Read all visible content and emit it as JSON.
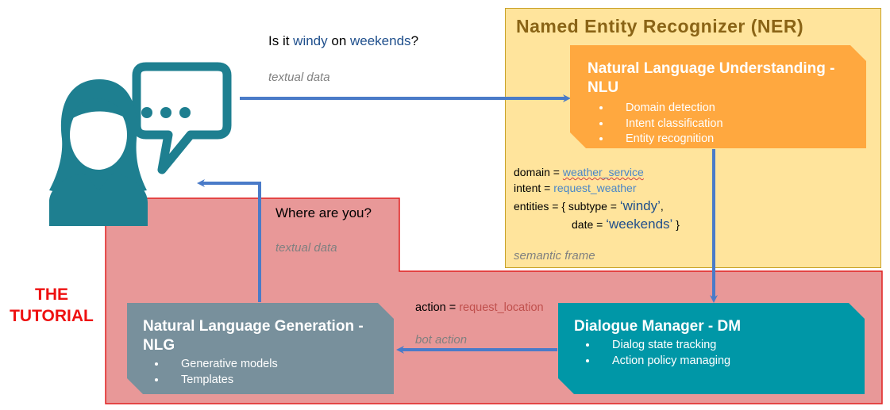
{
  "user_question": {
    "prefix": "Is it ",
    "word1": "windy",
    "middle": " on ",
    "word2": "weekends",
    "suffix": "?"
  },
  "system_question": "Where are you?",
  "textual_data_label": "textual data",
  "ner": {
    "title": "Named Entity Recognizer (NER)"
  },
  "nlu": {
    "title": "Natural Language Understanding - NLU",
    "bullets": [
      "Domain detection",
      "Intent classification",
      "Entity recognition"
    ]
  },
  "semantic_frame": {
    "domain_key": "domain = ",
    "domain_value": "weather_service",
    "intent_key": "intent = ",
    "intent_value": "request_weather",
    "entities_prefix": "entities = { subtype = ",
    "subtype_value": "‘windy’",
    "entities_comma": ",",
    "date_key": "date = ",
    "date_value": "‘weekends’",
    "closing": " }",
    "label": "semantic frame"
  },
  "dm": {
    "title": "Dialogue Manager - DM",
    "bullets": [
      "Dialog state tracking",
      "Action policy managing"
    ]
  },
  "action": {
    "key": "action = ",
    "value": "request_location",
    "label": "bot action"
  },
  "nlg": {
    "title": "Natural Language Generation - NLG",
    "bullets": [
      "Generative models",
      "Templates"
    ]
  },
  "tutorial_label": {
    "line1": "THE",
    "line2": "TUTORIAL"
  },
  "colors": {
    "ner_fill": "#ffe49c",
    "dm_region_fill": "#e89898",
    "nlu": "#ffa83f",
    "dm": "#0097a7",
    "nlg": "#78909c",
    "arrow": "#4a7bc8",
    "user_icon": "#1e7f90",
    "tutorial": "#ee1111"
  }
}
